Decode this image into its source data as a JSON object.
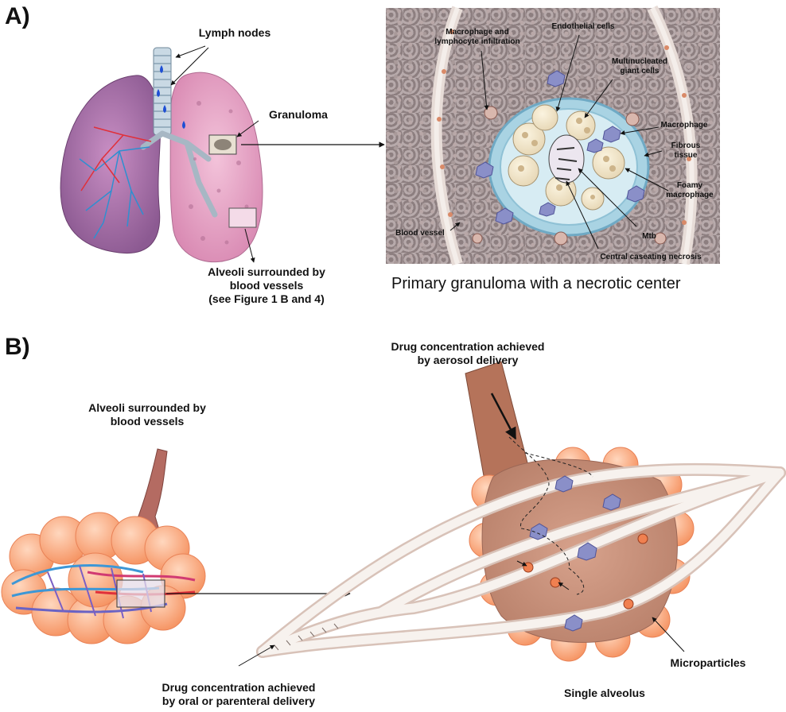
{
  "panels": {
    "a_label": "A)",
    "b_label": "B)"
  },
  "panel_a": {
    "lymph_nodes": "Lymph nodes",
    "granuloma": "Granuloma",
    "alveoli_line1": "Alveoli surrounded by",
    "alveoli_line2": "blood vessels",
    "alveoli_line3": "(see Figure 1 B and 4)",
    "caption": "Primary granuloma with a necrotic center",
    "micro_labels": {
      "infiltration_line1": "Macrophage and",
      "infiltration_line2": "lymphocyte infiltration",
      "endothelial": "Endothelial cells",
      "giant_line1": "Multinucleated",
      "giant_line2": "giant cells",
      "macrophage": "Macrophage",
      "fibrous_line1": "Fibrous",
      "fibrous_line2": "tissue",
      "foamy_line1": "Foamy",
      "foamy_line2": "macrophage",
      "blood_vessel": "Blood vessel",
      "mtb": "Mtb",
      "necrosis": "Central caseating necrosis"
    }
  },
  "panel_b": {
    "alveoli_line1": "Alveoli surrounded by",
    "alveoli_line2": "blood vessels",
    "aerosol_line1": "Drug concentration achieved",
    "aerosol_line2": "by aerosol delivery",
    "oral_line1": "Drug concentration achieved",
    "oral_line2": "by oral or parenteral delivery",
    "microparticles": "Microparticles",
    "single_alveolus": "Single alveolus"
  },
  "colors": {
    "lung_pink": "#e7a6c6",
    "lung_purple": "#a774a9",
    "artery_red": "#e0303a",
    "vein_blue": "#2f8fd0",
    "alveolus_tan": "#c9927a",
    "alveolus_orange": "#f6a37c"
  }
}
